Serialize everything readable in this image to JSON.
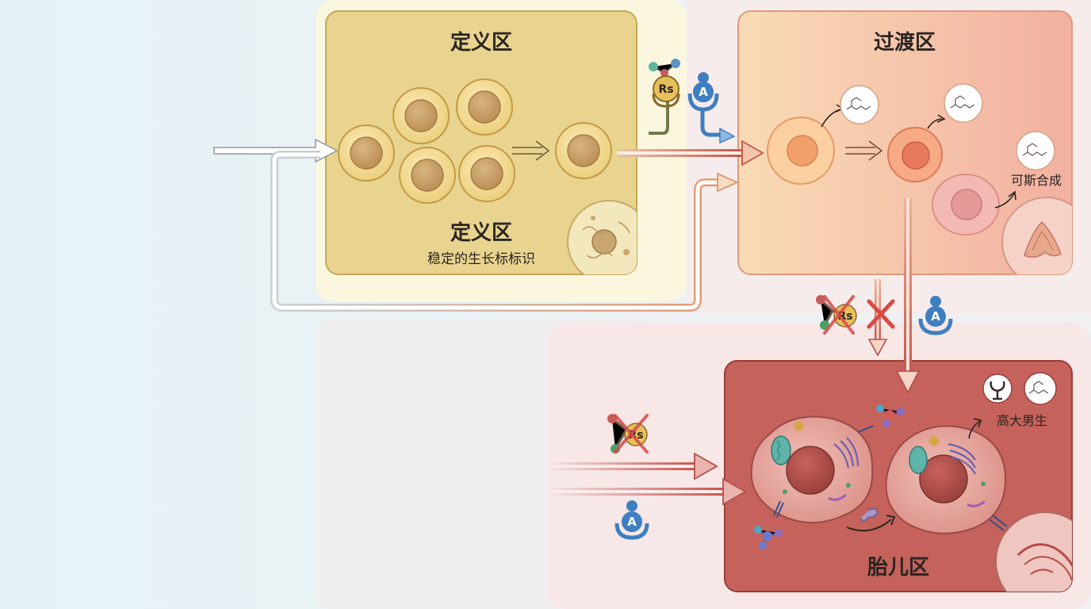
{
  "zones": {
    "definition": {
      "title": "定义区",
      "subtitle": "定义区",
      "caption": "稳定的生长标标识"
    },
    "transition": {
      "title": "过渡区",
      "note": "可斯合成"
    },
    "fetal": {
      "title": "胎儿区",
      "note": "高大男生"
    }
  },
  "icons": {
    "rs_label": "Rs",
    "a_label": "A",
    "list": [
      "rs-receptor-icon",
      "androgen-receptor-icon",
      "blocked-rs-icon",
      "blocked-signal-icon",
      "molecule-icon",
      "hormone-receptor-icon"
    ]
  },
  "colors": {
    "definition_fill": "#e8d48f",
    "transition_fill": "#f6c2a4",
    "fetal_fill": "#c5625b",
    "arrow_red": "#c9524a",
    "receptor_blue": "#3f7fc0"
  }
}
